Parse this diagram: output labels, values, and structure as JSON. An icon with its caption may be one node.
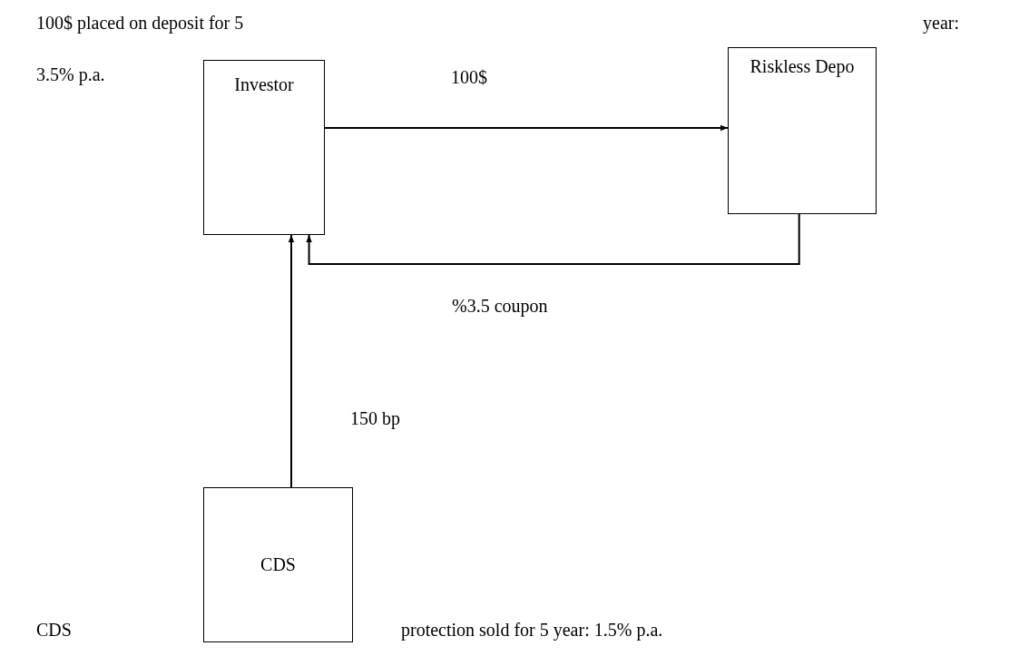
{
  "diagram": {
    "nodes": [
      {
        "text": [
          "Investor"
        ]
      },
      {
        "text": [
          "Riskless Depo"
        ]
      },
      {
        "text": [
          "CDS"
        ]
      }
    ],
    "edges": [
      {
        "from": 0,
        "to": 1,
        "arrow": "to",
        "label": "100$"
      },
      {
        "from": 1,
        "to": 0,
        "arrow": "to",
        "label": "%3.5 coupon"
      },
      {
        "from": 2,
        "to": 0,
        "arrow": "to",
        "label": "150 bp"
      }
    ],
    "labels": [
      "100$ placed on deposit for 5",
      "year:",
      "3.5% p.a.",
      "CDS",
      "protection sold for 5 year: 1.5% p.a."
    ]
  }
}
